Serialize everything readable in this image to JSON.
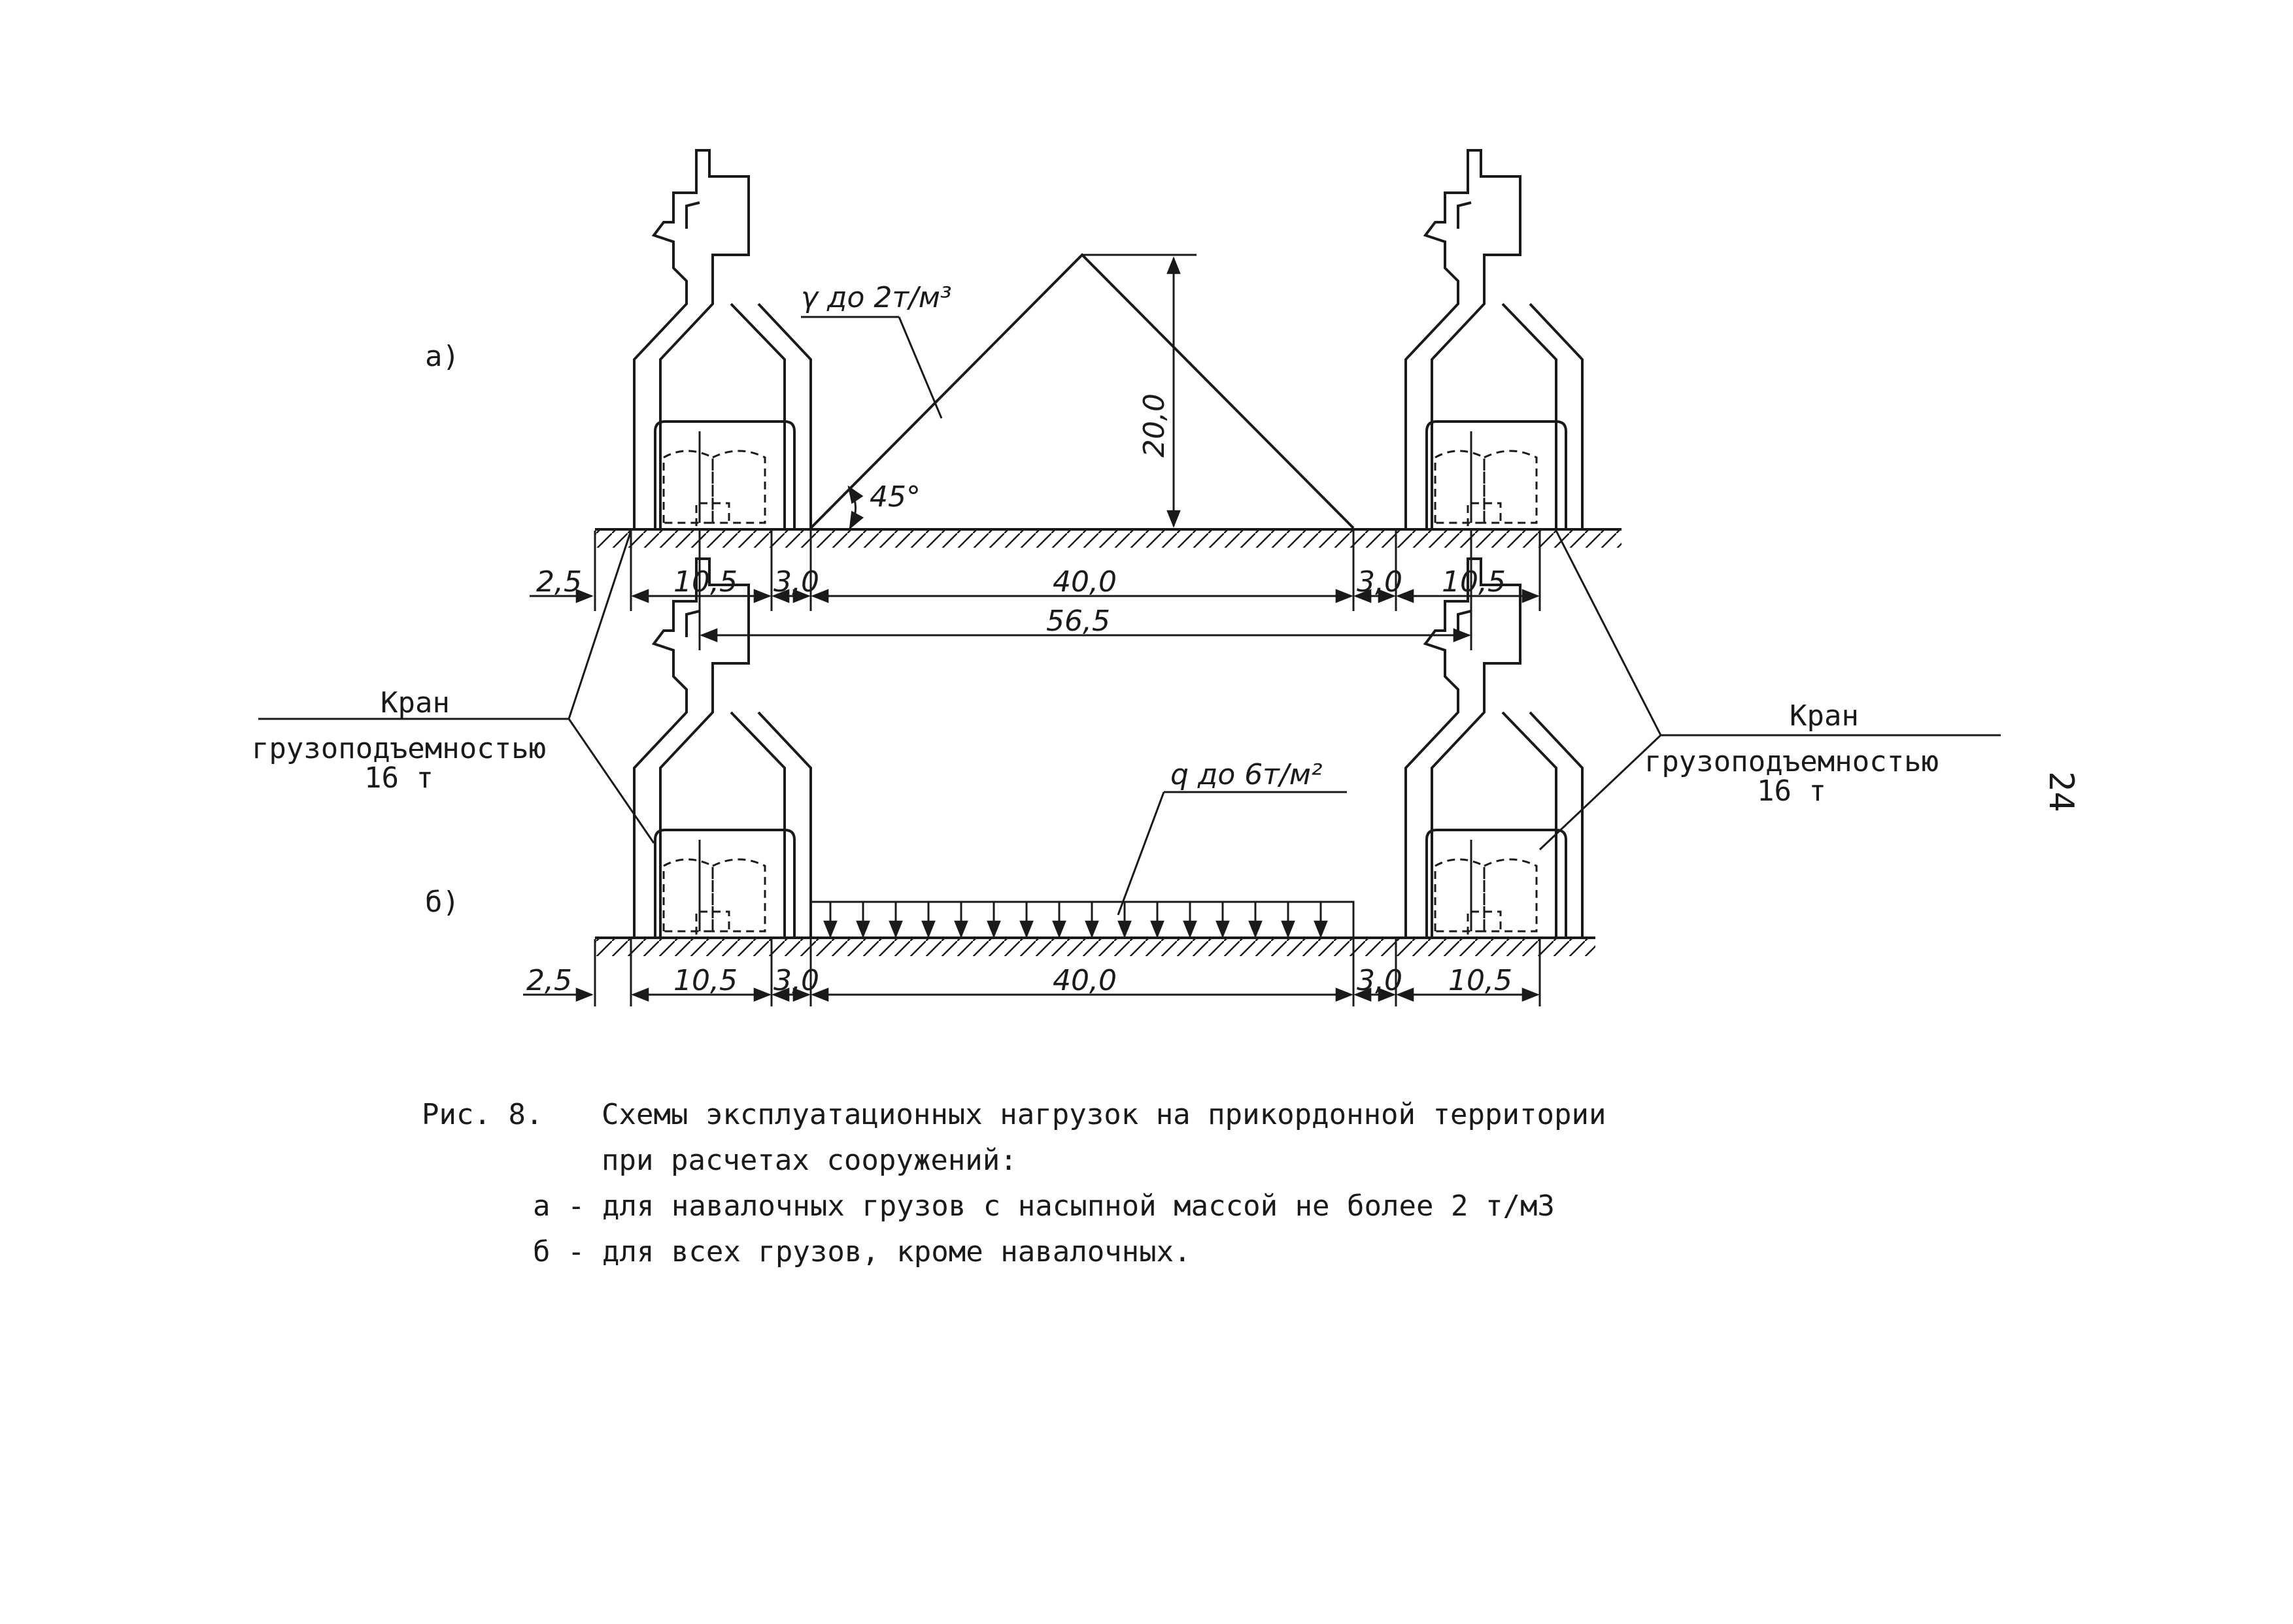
{
  "diagram": {
    "label_a": "а)",
    "label_b": "б)",
    "density_a": "γ до 2т/м³",
    "density_b": "q до 6т/м²",
    "height": "20,0",
    "angle": "45°",
    "dims_a": [
      "2,5",
      "10,5",
      "3,0",
      "40,0",
      "3,0",
      "10,5"
    ],
    "total_a": "56,5",
    "dims_b": [
      "2,5",
      "10,5",
      "3,0",
      "40,0",
      "3,0",
      "10,5"
    ],
    "crane_left": [
      "Кран",
      "грузоподъемностью",
      "16 т"
    ],
    "crane_right": [
      "Кран",
      "грузоподъемностью",
      "16 т"
    ]
  },
  "caption": {
    "fig": "Рис. 8.",
    "line1": "Схемы эксплуатационных нагрузок на прикордонной территории",
    "line2": "при расчетах сооружений:",
    "item_a": "а - для навалочных грузов с насыпной массой не более 2 т/м3",
    "item_b": "б - для всех грузов, кроме навалочных."
  },
  "page_number": "24"
}
